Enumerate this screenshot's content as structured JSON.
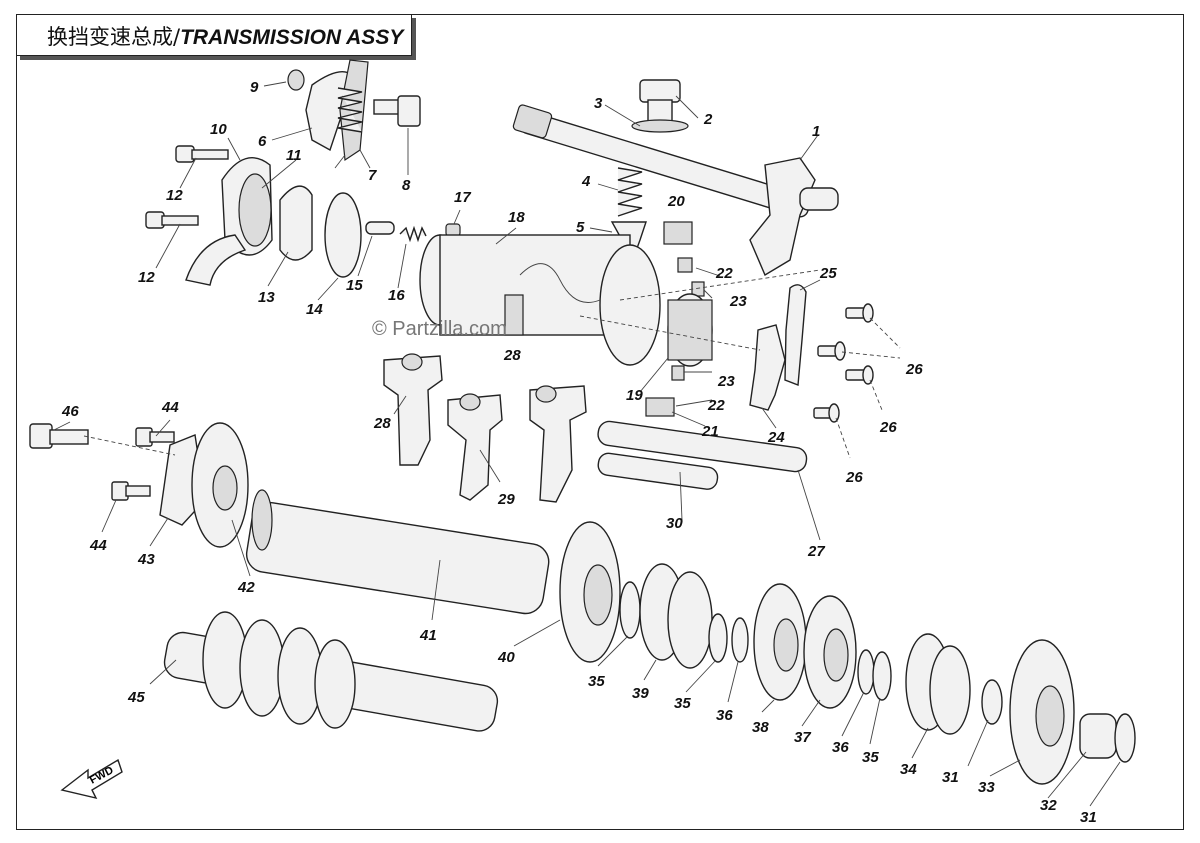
{
  "title": {
    "chinese": "换挡变速总成/",
    "english": "TRANSMISSION ASSY"
  },
  "watermark": "© Partzilla.com",
  "direction_marker": "FWD",
  "callouts": [
    {
      "id": "c1",
      "label": "1"
    },
    {
      "id": "c2",
      "label": "2"
    },
    {
      "id": "c3",
      "label": "3"
    },
    {
      "id": "c4",
      "label": "4"
    },
    {
      "id": "c5",
      "label": "5"
    },
    {
      "id": "c6",
      "label": "6"
    },
    {
      "id": "c7",
      "label": "7"
    },
    {
      "id": "c8",
      "label": "8"
    },
    {
      "id": "c9",
      "label": "9"
    },
    {
      "id": "c10",
      "label": "10"
    },
    {
      "id": "c11",
      "label": "11"
    },
    {
      "id": "c12a",
      "label": "12"
    },
    {
      "id": "c12b",
      "label": "12"
    },
    {
      "id": "c13",
      "label": "13"
    },
    {
      "id": "c14",
      "label": "14"
    },
    {
      "id": "c15",
      "label": "15"
    },
    {
      "id": "c16",
      "label": "16"
    },
    {
      "id": "c17",
      "label": "17"
    },
    {
      "id": "c18",
      "label": "18"
    },
    {
      "id": "c19",
      "label": "19"
    },
    {
      "id": "c20",
      "label": "20"
    },
    {
      "id": "c21",
      "label": "21"
    },
    {
      "id": "c22a",
      "label": "22"
    },
    {
      "id": "c22b",
      "label": "22"
    },
    {
      "id": "c23a",
      "label": "23"
    },
    {
      "id": "c23b",
      "label": "23"
    },
    {
      "id": "c24",
      "label": "24"
    },
    {
      "id": "c25",
      "label": "25"
    },
    {
      "id": "c26a",
      "label": "26"
    },
    {
      "id": "c26b",
      "label": "26"
    },
    {
      "id": "c26c",
      "label": "26"
    },
    {
      "id": "c27",
      "label": "27"
    },
    {
      "id": "c28a",
      "label": "28"
    },
    {
      "id": "c28b",
      "label": "28"
    },
    {
      "id": "c29",
      "label": "29"
    },
    {
      "id": "c30",
      "label": "30"
    },
    {
      "id": "c31a",
      "label": "31"
    },
    {
      "id": "c31b",
      "label": "31"
    },
    {
      "id": "c32",
      "label": "32"
    },
    {
      "id": "c33",
      "label": "33"
    },
    {
      "id": "c34",
      "label": "34"
    },
    {
      "id": "c35a",
      "label": "35"
    },
    {
      "id": "c35b",
      "label": "35"
    },
    {
      "id": "c35c",
      "label": "35"
    },
    {
      "id": "c36a",
      "label": "36"
    },
    {
      "id": "c36b",
      "label": "36"
    },
    {
      "id": "c37",
      "label": "37"
    },
    {
      "id": "c38",
      "label": "38"
    },
    {
      "id": "c39",
      "label": "39"
    },
    {
      "id": "c40",
      "label": "40"
    },
    {
      "id": "c41",
      "label": "41"
    },
    {
      "id": "c42",
      "label": "42"
    },
    {
      "id": "c43",
      "label": "43"
    },
    {
      "id": "c44a",
      "label": "44"
    },
    {
      "id": "c44b",
      "label": "44"
    },
    {
      "id": "c45",
      "label": "45"
    },
    {
      "id": "c46",
      "label": "46"
    }
  ]
}
